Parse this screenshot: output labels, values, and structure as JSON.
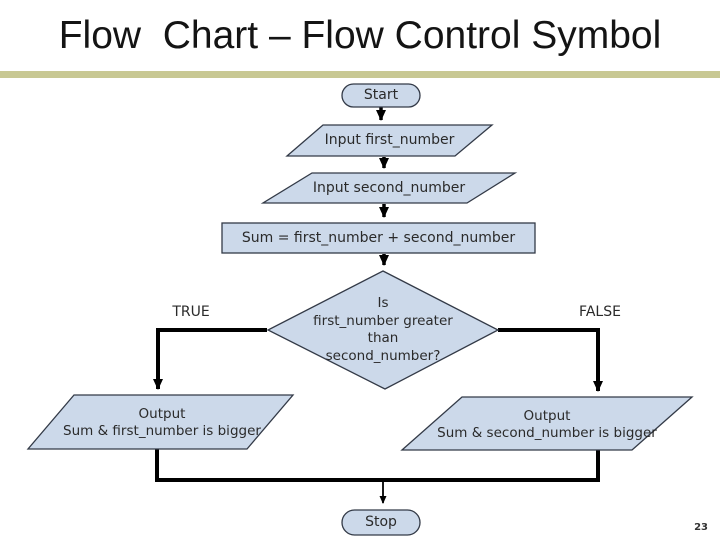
{
  "slide": {
    "title": "Flow  Chart – Flow Control Symbol",
    "page_number": "23",
    "accent_bar_color": "#c8c893",
    "background_color": "#ffffff"
  },
  "flowchart": {
    "shape_fill": "#ccd9ea",
    "shape_border": "#333a47",
    "connector_color": "#000000",
    "nodes": {
      "start": {
        "type": "terminator",
        "label": "Start"
      },
      "input_first": {
        "type": "io",
        "label": "Input first_number"
      },
      "input_second": {
        "type": "io",
        "label": "Input second_number"
      },
      "sum": {
        "type": "process",
        "label": "Sum = first_number + second_number"
      },
      "decision": {
        "type": "decision",
        "label": "Is\nfirst_number greater\nthan\nsecond_number?"
      },
      "output_true": {
        "type": "io",
        "label": "Output\nSum & first_number is bigger"
      },
      "output_false": {
        "type": "io",
        "label": "Output\nSum & second_number is bigger"
      },
      "stop": {
        "type": "terminator",
        "label": "Stop"
      }
    },
    "branches": {
      "true_label": "TRUE",
      "false_label": "FALSE"
    }
  }
}
